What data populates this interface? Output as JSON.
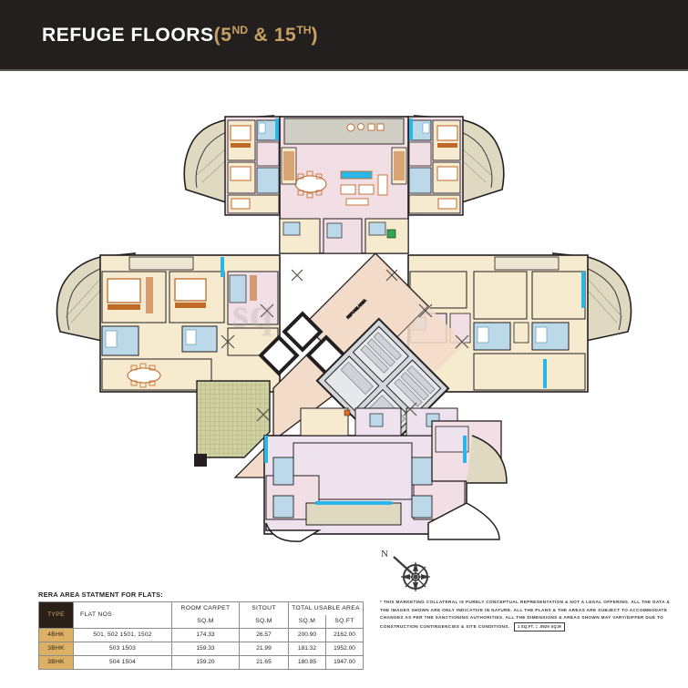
{
  "header": {
    "title_main": "REFUGE FLOORS",
    "paren_open": "(",
    "floor_1_num": "5",
    "floor_1_sup": "ND",
    "amp": " & ",
    "floor_2_num": "15",
    "floor_2_sup": "TH",
    "paren_close": ")",
    "bg_color": "#221f1e",
    "accent_color": "#c9a063"
  },
  "plan": {
    "watermark": "sq",
    "building_type": "cruciform residential tower floor plate",
    "colors": {
      "wall": "#231f20",
      "room_cream": "#f6eacf",
      "room_pink": "#f2dfe6",
      "room_lilac": "#efe2ef",
      "bath_blue": "#bcd9ea",
      "refuge_peach": "#f3dbc9",
      "terrace_olive": "#cfd2a0",
      "balcony_khaki": "#ded9c0",
      "core_grey": "#d4d7dc",
      "furniture_orange": "#c06a2a",
      "duct_cyan": "#29b6e8",
      "shaft_green": "#2fa84f"
    },
    "elements": [
      {
        "name": "north-west-wing",
        "label": "4BHK unit — furnished"
      },
      {
        "name": "north-east-wing",
        "label": "4BHK unit — furnished"
      },
      {
        "name": "east-wing",
        "label": "3BHK unit"
      },
      {
        "name": "west-wing",
        "label": "3BHK unit — furnished"
      },
      {
        "name": "south-wing",
        "label": "3BHK unit"
      },
      {
        "name": "central-core",
        "label": "lift lobby / staircase core"
      },
      {
        "name": "refuge-area",
        "label": "refuge terrace"
      },
      {
        "name": "lift-shafts",
        "label": "three diamond lift shafts"
      }
    ]
  },
  "table": {
    "caption": "RERA AREA STATMENT FOR FLATS:",
    "headers": {
      "type": "TYPE",
      "flat_nos": "FLAT NOS",
      "room_carpet": "ROOM CARPET",
      "sitout": "SITOUT",
      "total_usable_area": "TOTAL USABLE AREA",
      "unit_sqm": "SQ.M",
      "unit_sqft": "SQ.FT"
    },
    "rows": [
      {
        "type": "4BHK",
        "flat_nos": "501, 502   1501, 1502",
        "room_carpet_sqm": "174.33",
        "sitout_sqm": "26.57",
        "total_sqm": "200.90",
        "total_sqft": "2162.00"
      },
      {
        "type": "3BHK",
        "flat_nos": "503   1503",
        "room_carpet_sqm": "159.33",
        "sitout_sqm": "21.99",
        "total_sqm": "181.32",
        "total_sqft": "1952.00"
      },
      {
        "type": "3BHK",
        "flat_nos": "504   1504",
        "room_carpet_sqm": "159.20",
        "sitout_sqm": "21.65",
        "total_sqm": "180.85",
        "total_sqft": "1947.00"
      }
    ]
  },
  "compass": {
    "north_label": "N",
    "icon": "compass-rose"
  },
  "disclaimer": {
    "text": "* THIS MARKETING COLLATERAL IS PURELY CONCEPTUAL REPRESENTATION & NOT A LEGAL OFFERING. ALL THE DATA & THE IMAGES SHOWN ARE ONLY INDICATIVE IN NATURE. ALL THE PLANS & THE AREAS ARE SUBJECT TO ACCOMMODATE CHANGES AS PER THE SANCTIONING AUTHORITIES. ALL THE DIMENSIONS & AREAS SHOWN MAY VARY/DIFFER DUE TO CONSTRUCTION CONTINGENCIES & SITE CONDITIONS.",
    "scale_note": "1 SQ.FT. = .0929 SQ.M"
  }
}
